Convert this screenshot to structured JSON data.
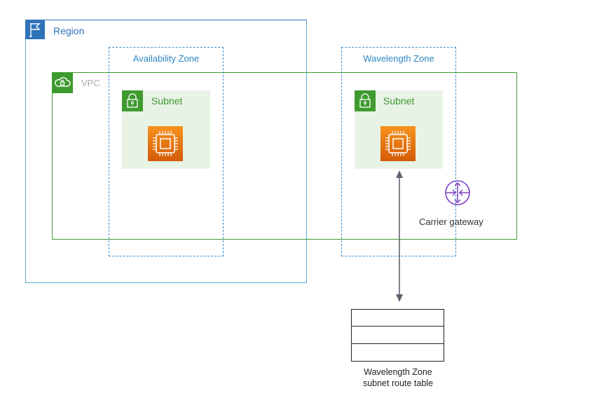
{
  "diagram": {
    "region": {
      "label": "Region",
      "icon": "flag-icon",
      "color": "#2e73b8"
    },
    "availability_zone": {
      "label": "Availability Zone",
      "color": "#2e86c4"
    },
    "wavelength_zone": {
      "label": "Wavelength Zone",
      "color": "#2e86c4"
    },
    "vpc": {
      "label": "VPC",
      "icon": "cloud-lock-icon",
      "color": "#3f9a2f"
    },
    "subnets": [
      {
        "label": "Subnet",
        "icon": "lock-icon",
        "instance_icon": "ec2-chip-icon"
      },
      {
        "label": "Subnet",
        "icon": "lock-icon",
        "instance_icon": "ec2-chip-icon"
      }
    ],
    "carrier_gateway": {
      "label": "Carrier gateway",
      "icon": "router-arrows-icon",
      "color": "#7d3fc9"
    },
    "route_table": {
      "label_line1": "Wavelength Zone",
      "label_line2": "subnet route table",
      "rows": 3
    },
    "connections": [
      {
        "from": "wavelength-subnet-instance",
        "to": "route-table",
        "type": "bidirectional-arrow"
      }
    ]
  }
}
